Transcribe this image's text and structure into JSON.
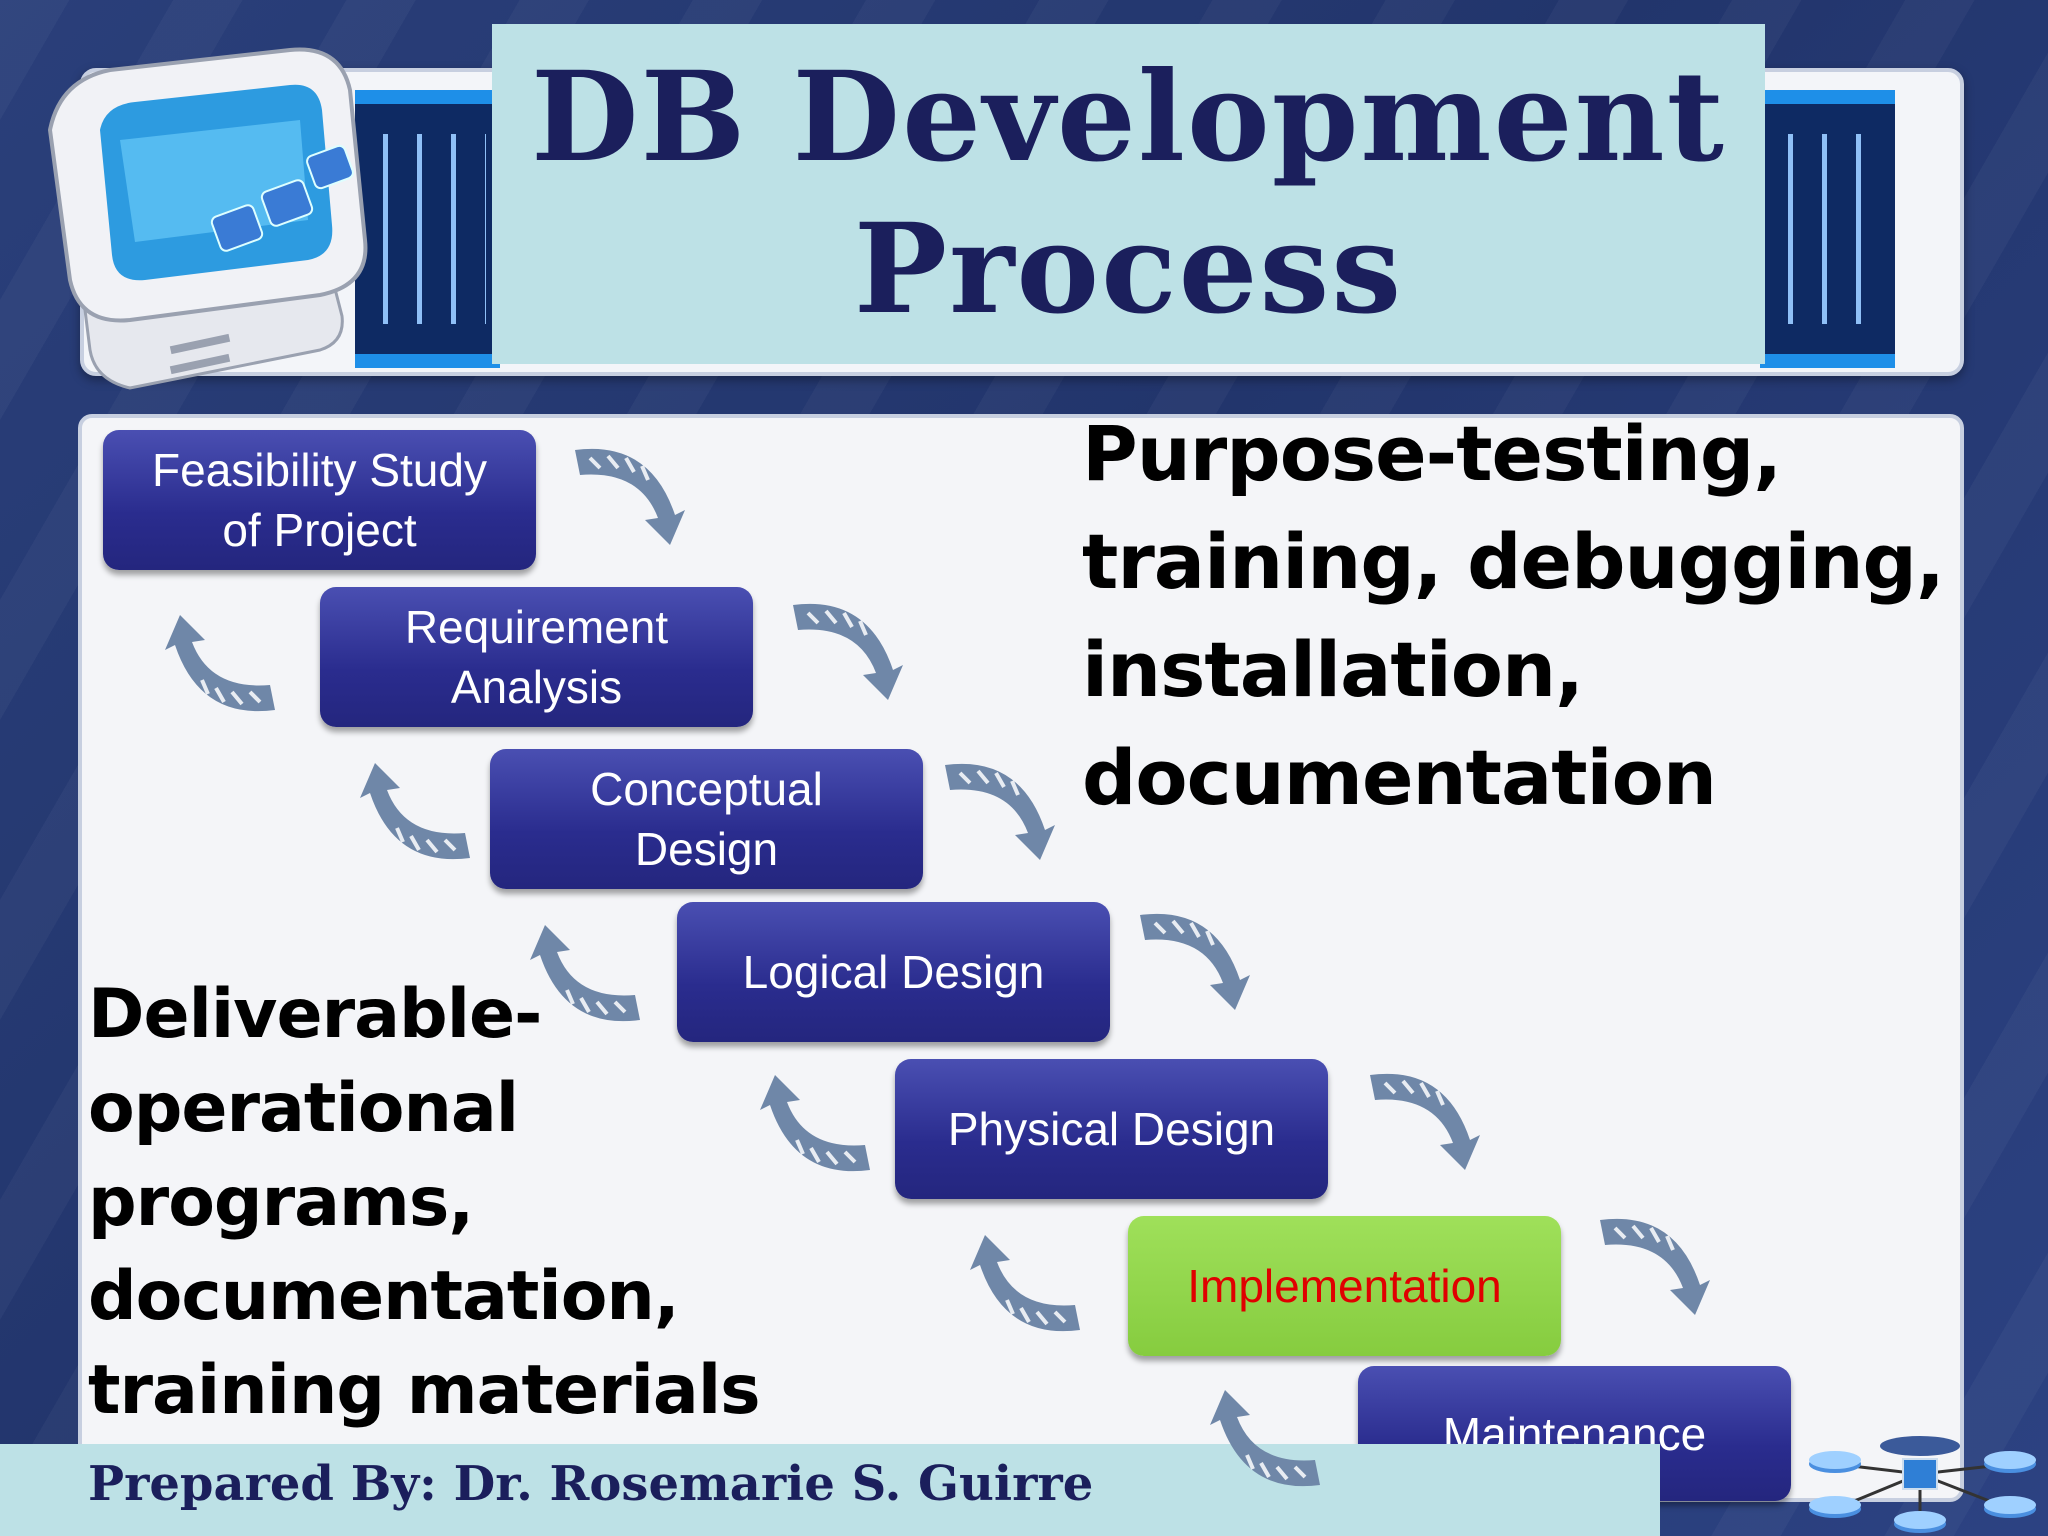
{
  "title": {
    "line1": "DB Development",
    "line2": "Process"
  },
  "steps": [
    {
      "label_line1": "Feasibility Study",
      "label_line2": "of Project"
    },
    {
      "label_line1": "Requirement",
      "label_line2": "Analysis"
    },
    {
      "label_line1": "Conceptual",
      "label_line2": "Design"
    },
    {
      "label_line1": "Logical Design",
      "label_line2": ""
    },
    {
      "label_line1": "Physical Design",
      "label_line2": ""
    },
    {
      "label_line1": "Implementation",
      "label_line2": ""
    },
    {
      "label_line1": "Maintenance",
      "label_line2": ""
    }
  ],
  "purpose_text": {
    "line1": "Purpose-testing,",
    "line2": "training, debugging,",
    "line3": "installation,",
    "line4": "documentation"
  },
  "deliverable_text": {
    "line1": "Deliverable-",
    "line2": "operational",
    "line3": "programs,",
    "line4": "documentation,",
    "line5": "training materials"
  },
  "footer": {
    "prepared_by": "Prepared By: Dr. Rosemarie S. Guirre"
  },
  "colors": {
    "background": "#23366c",
    "title_box": "#bde1e6",
    "title_text": "#1b1f5c",
    "step_fill": "#2a2c8e",
    "active_step_fill": "#8fd24a",
    "active_step_text": "#e00000",
    "arrow": "#6f87a8"
  },
  "icons": [
    "computer-monitor-icon",
    "curved-arrow-icon",
    "database-network-icon"
  ]
}
